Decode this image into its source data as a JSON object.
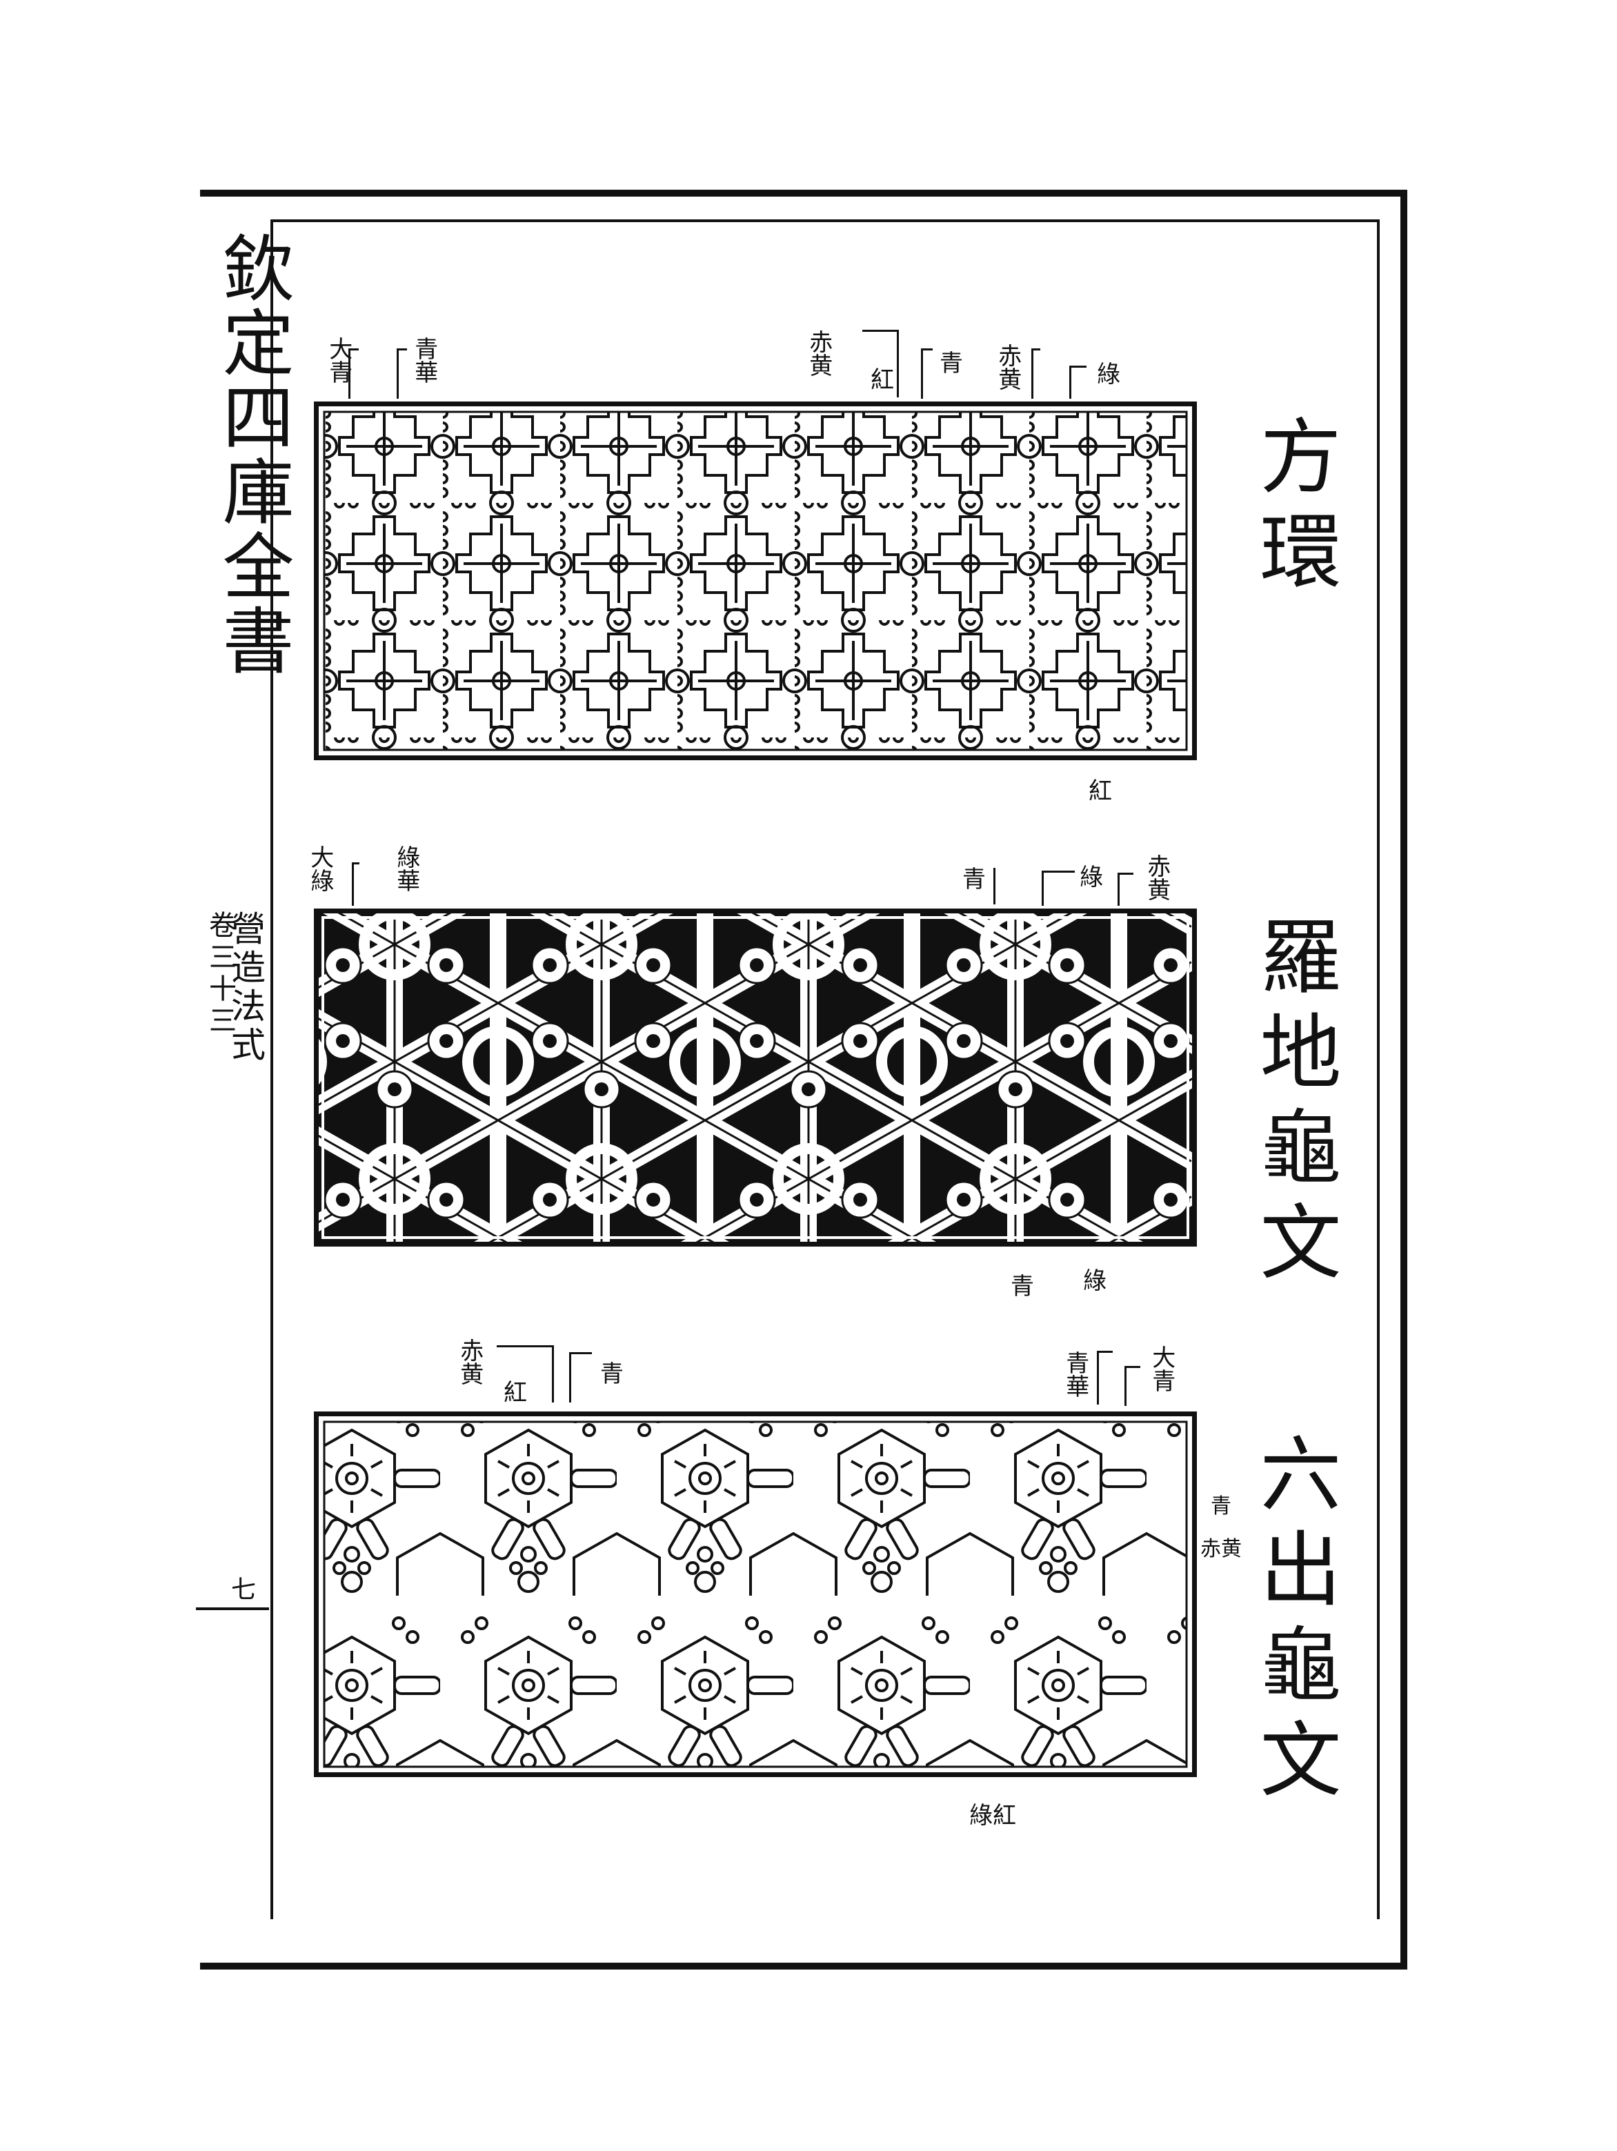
{
  "spine": {
    "title": "欽定四庫全書",
    "book": "營造法式",
    "chapter": "卷三十三",
    "page": "七"
  },
  "patterns": [
    {
      "title": "方環",
      "labels_top": [
        "大青",
        "青華",
        "赤黄",
        "紅",
        "青",
        "赤黄",
        "綠"
      ],
      "labels_bottom": [
        "紅"
      ]
    },
    {
      "title": "羅地龜文",
      "labels_top": [
        "大綠",
        "綠華",
        "青",
        "綠",
        "赤黄"
      ],
      "labels_bottom": [
        "青",
        "綠"
      ]
    },
    {
      "title": "六出龜文",
      "labels_top": [
        "赤黄",
        "紅",
        "青",
        "青華",
        "大青"
      ],
      "labels_side": [
        "青",
        "赤黄"
      ],
      "labels_bottom": [
        "綠紅"
      ]
    }
  ],
  "colors": {
    "ink": "#111111",
    "paper": "#ffffff"
  }
}
